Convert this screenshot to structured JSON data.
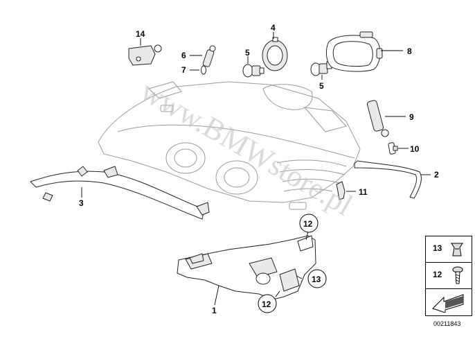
{
  "watermark": "www.BMWstore.pl",
  "diagram_id": "00211843",
  "callouts": {
    "c1": "1",
    "c2": "2",
    "c3": "3",
    "c4": "4",
    "c5a": "5",
    "c5b": "5",
    "c6": "6",
    "c7": "7",
    "c8": "8",
    "c9": "9",
    "c10": "10",
    "c11": "11",
    "c12a": "12",
    "c12b": "12",
    "c13": "13",
    "c14": "14"
  },
  "legend": {
    "row13": "13",
    "row12": "12"
  },
  "icons": [
    "screw-icon",
    "clip-nut-icon",
    "arrow-icon"
  ]
}
